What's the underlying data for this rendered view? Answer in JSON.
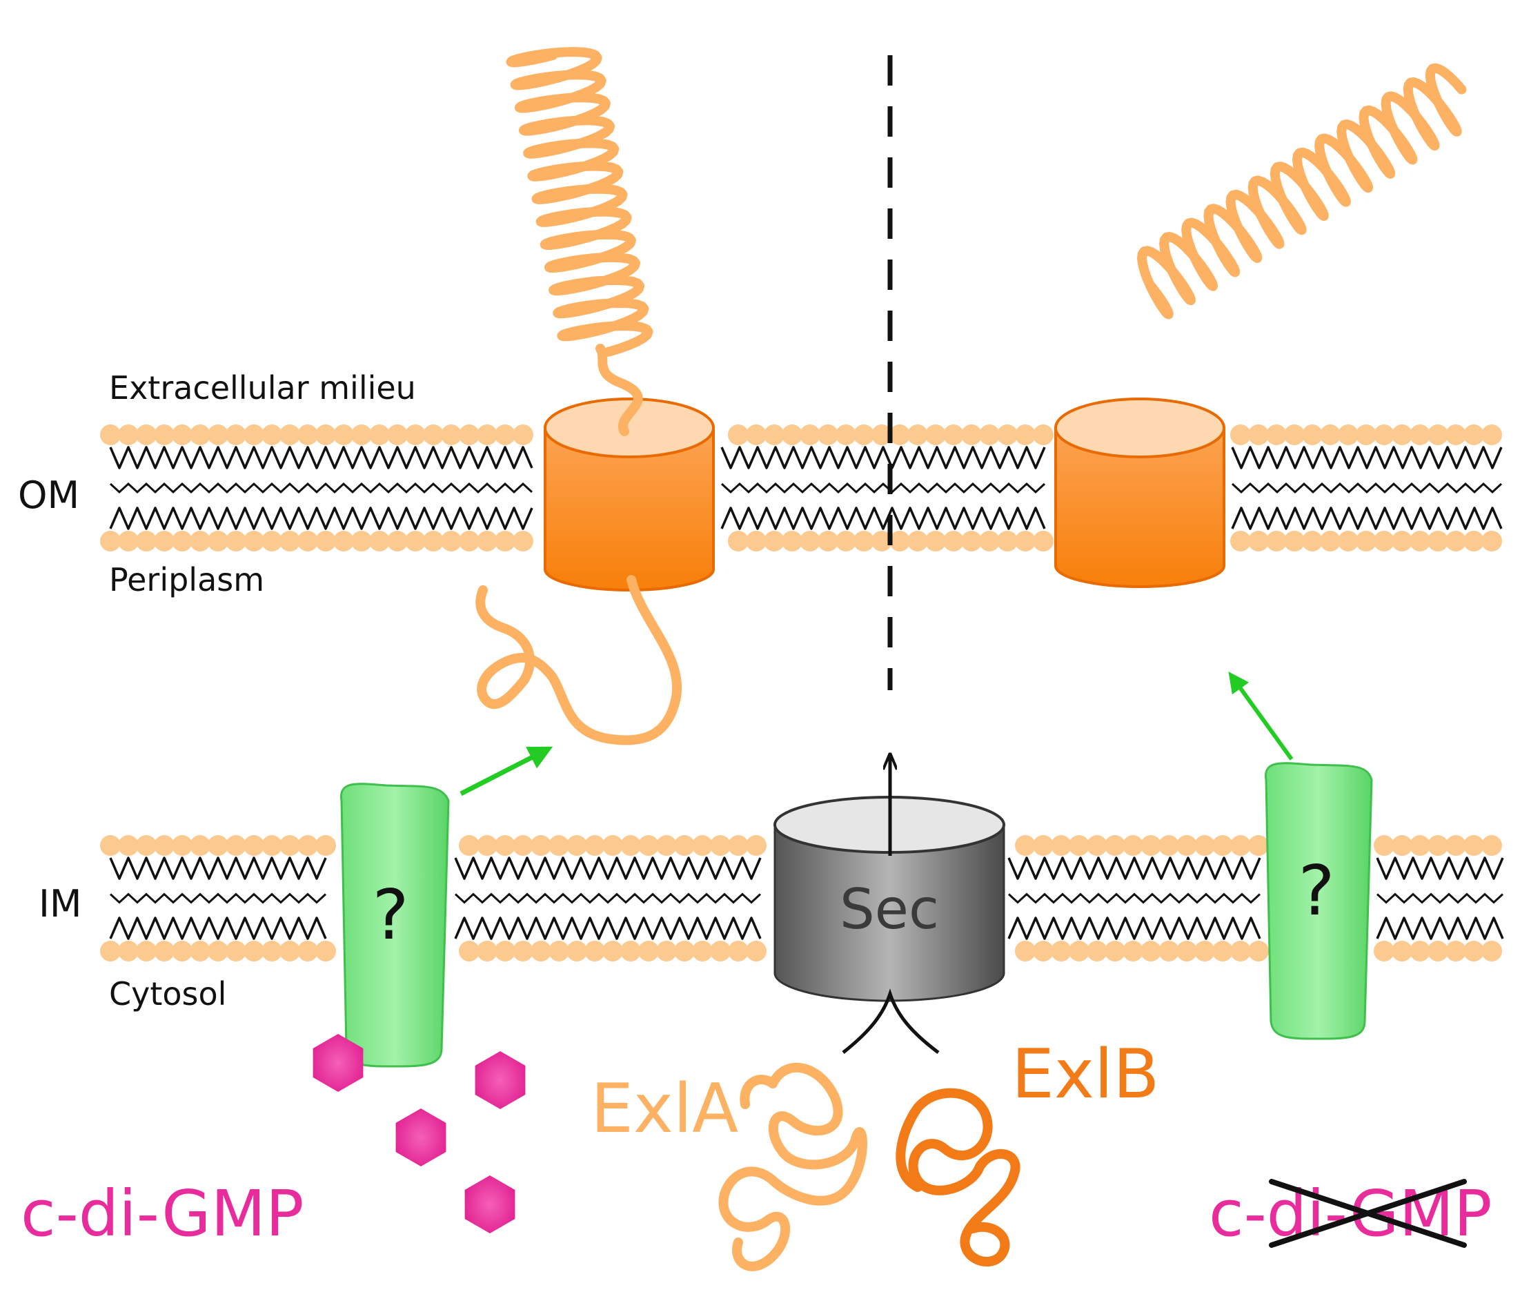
{
  "labels": {
    "extracellular": "Extracellular milieu",
    "om": "OM",
    "periplasm": "Periplasm",
    "im": "IM",
    "cytosol": "Cytosol",
    "sec": "Sec",
    "question": "?",
    "exla": "ExlA",
    "exlb": "ExlB",
    "cdigmp_present": "c-di-GMP",
    "cdigmp_absent": "c-di-GMP"
  },
  "colors": {
    "head_group": "#fcc98e",
    "lipid_tail": "#111111",
    "barrel": "#fb8a17",
    "barrel_top": "#fdd8b0",
    "exla": "#fcb163",
    "exlb": "#f27a17",
    "question_protein": "#7be887",
    "sec": "#707070",
    "cdigmp": "#e82c9c",
    "arrow_green": "#22cc22",
    "arrow_black": "#111111"
  },
  "icons": [
    "hexagon-icon",
    "cross-out-icon",
    "arrow-icon"
  ]
}
